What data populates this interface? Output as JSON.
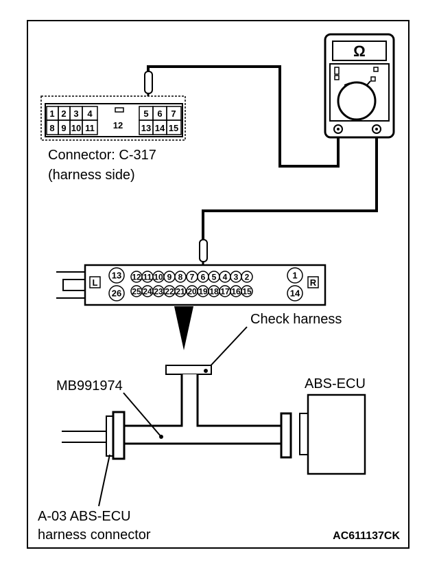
{
  "labels": {
    "connector_line1": "Connector: C-317",
    "connector_line2": "(harness side)",
    "check_harness": "Check harness",
    "tool": "MB991974",
    "ecu": "ABS-ECU",
    "harness_conn_line1": "A-03 ABS-ECU",
    "harness_conn_line2": "harness connector",
    "figure_code": "AC611137CK"
  },
  "ohmmeter": {
    "symbol": "Ω"
  },
  "connector_c317": {
    "pin_row1": [
      "1",
      "2",
      "3",
      "4",
      "5",
      "6",
      "7"
    ],
    "center_pin": "12",
    "pin_row2": [
      "8",
      "9",
      "10",
      "11",
      "13",
      "14",
      "15"
    ]
  },
  "check_harness_connector": {
    "left_tag": "L",
    "right_tag": "R",
    "top_row": [
      "13",
      "12",
      "11",
      "10",
      "9",
      "8",
      "7",
      "6",
      "5",
      "4",
      "3",
      "2",
      "1"
    ],
    "bottom_row": [
      "26",
      "25",
      "24",
      "23",
      "22",
      "21",
      "20",
      "19",
      "18",
      "17",
      "16",
      "15",
      "14"
    ]
  }
}
